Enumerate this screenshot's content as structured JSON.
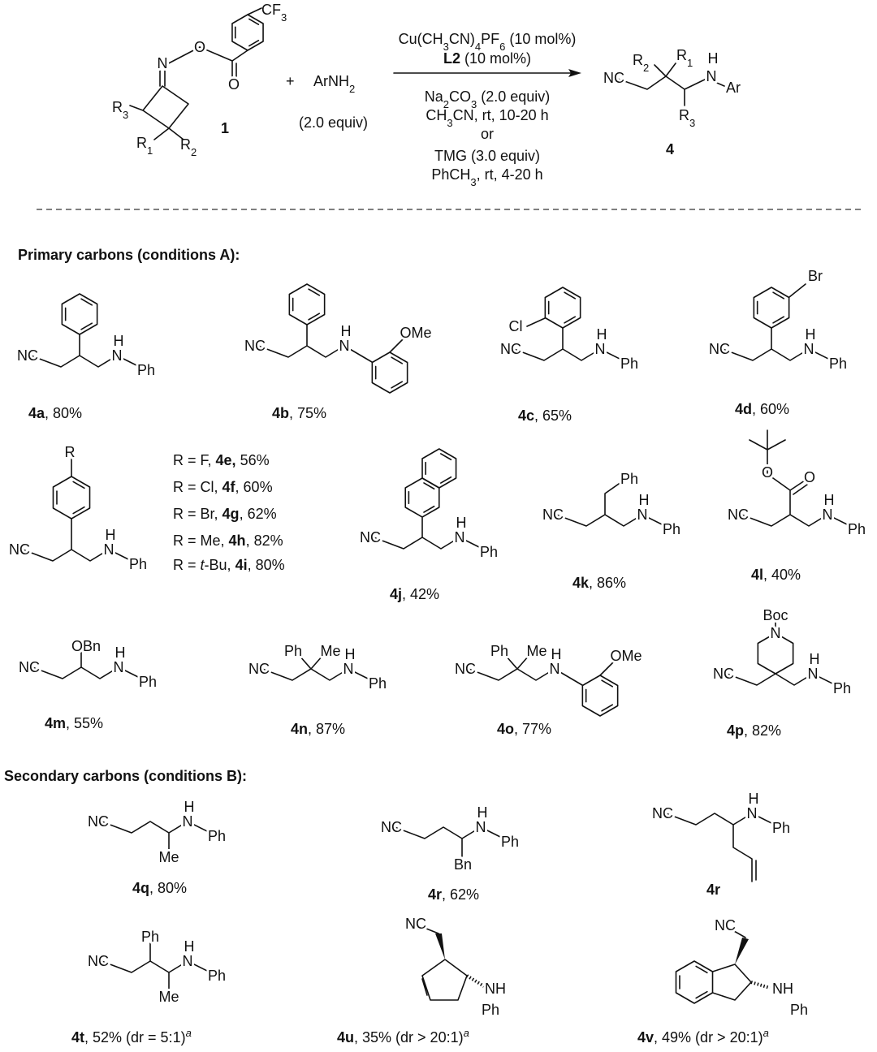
{
  "scheme": {
    "reactant1": {
      "label": "1",
      "atoms": [
        "N",
        "O",
        "O",
        "CF",
        "3",
        "R",
        "3",
        "R",
        "1",
        "R",
        "2"
      ]
    },
    "plus": "+",
    "reactant2": {
      "formula": [
        "ArNH",
        "2"
      ],
      "equiv": "(2.0 equiv)"
    },
    "conditions": {
      "l1": [
        "Cu(CH",
        "3",
        "CN)",
        "4",
        "PF",
        "6",
        " (10 mol%)"
      ],
      "l2": [
        "L2",
        " (10 mol%)"
      ],
      "l3": [
        "Na",
        "2",
        "CO",
        "3",
        " (2.0 equiv)"
      ],
      "l4": [
        "CH",
        "3",
        "CN, rt, 10-20 h"
      ],
      "or": "or",
      "l5": "TMG (3.0 equiv)",
      "l6": [
        "PhCH",
        "3",
        ", rt, 4-20 h"
      ]
    },
    "product": {
      "label": "4",
      "atoms": [
        "NC",
        "R",
        "2",
        "R",
        "1",
        "H",
        "N",
        "Ar",
        "R",
        "3"
      ]
    }
  },
  "sections": {
    "primary": "Primary carbons (conditions A):",
    "secondary": "Secondary carbons (conditions B):"
  },
  "r_list": {
    "prefix": "R = ",
    "items": [
      {
        "r_italic": "",
        "r": "F",
        "id": "4e,",
        "yield": " 56%"
      },
      {
        "r_italic": "",
        "r": "Cl",
        "id": "4f",
        "yield": ", 60%"
      },
      {
        "r_italic": "",
        "r": "Br",
        "id": "4g",
        "yield": ", 62%"
      },
      {
        "r_italic": "",
        "r": "Me",
        "id": "4h",
        "yield": ", 82%"
      },
      {
        "r_italic": "t",
        "r": "-Bu",
        "id": "4i",
        "yield": ", 80%"
      }
    ]
  },
  "compounds": [
    {
      "id": "4a",
      "yield": ", 80%",
      "atoms": [
        "NC",
        "H",
        "N",
        "Ph"
      ]
    },
    {
      "id": "4b",
      "yield": ", 75%",
      "atoms": [
        "NC",
        "H",
        "N",
        "OMe"
      ]
    },
    {
      "id": "4c",
      "yield": ", 65%",
      "atoms": [
        "NC",
        "H",
        "N",
        "Ph",
        "Cl"
      ]
    },
    {
      "id": "4d",
      "yield": ", 60%",
      "atoms": [
        "NC",
        "H",
        "N",
        "Ph",
        "Br"
      ]
    },
    {
      "id": "",
      "yield": "",
      "atoms": [
        "NC",
        "H",
        "N",
        "Ph",
        "R"
      ]
    },
    {
      "id": "4j",
      "yield": ", 42%",
      "atoms": [
        "NC",
        "H",
        "N",
        "Ph"
      ]
    },
    {
      "id": "4k",
      "yield": ", 86%",
      "atoms": [
        "NC",
        "H",
        "N",
        "Ph",
        "Ph"
      ]
    },
    {
      "id": "4l",
      "yield": ", 40%",
      "atoms": [
        "NC",
        "H",
        "N",
        "Ph",
        "O",
        "O"
      ]
    },
    {
      "id": "4m",
      "yield": ", 55%",
      "atoms": [
        "NC",
        "H",
        "N",
        "Ph",
        "OBn"
      ]
    },
    {
      "id": "4n",
      "yield": ", 87%",
      "atoms": [
        "NC",
        "H",
        "N",
        "Ph",
        "Ph",
        "Me"
      ]
    },
    {
      "id": "4o",
      "yield": ", 77%",
      "atoms": [
        "NC",
        "H",
        "N",
        "OMe",
        "Ph",
        "Me"
      ]
    },
    {
      "id": "4p",
      "yield": ", 82%",
      "atoms": [
        "NC",
        "H",
        "N",
        "Ph",
        "N",
        "Boc"
      ]
    },
    {
      "id": "4q",
      "yield": ", 80%",
      "atoms": [
        "NC",
        "H",
        "N",
        "Ph",
        "Me"
      ]
    },
    {
      "id": "4r",
      "yield": ", 62%",
      "atoms": [
        "NC",
        "H",
        "N",
        "Ph",
        "Bn"
      ]
    },
    {
      "id": "4r",
      "yield": "",
      "atoms": [
        "NC",
        "H",
        "N",
        "Ph"
      ]
    },
    {
      "id": "4t",
      "yield": ", 52% (dr = 5:1)",
      "sup": "a",
      "atoms": [
        "NC",
        "H",
        "N",
        "Ph",
        "Ph",
        "Me"
      ]
    },
    {
      "id": "4u",
      "yield": ", 35% (dr > 20:1)",
      "sup": "a",
      "atoms": [
        "NC",
        "NH",
        "Ph"
      ]
    },
    {
      "id": "4v",
      "yield": ", 49% (dr > 20:1)",
      "sup": "a",
      "atoms": [
        "NC",
        "NH",
        "Ph"
      ]
    }
  ]
}
